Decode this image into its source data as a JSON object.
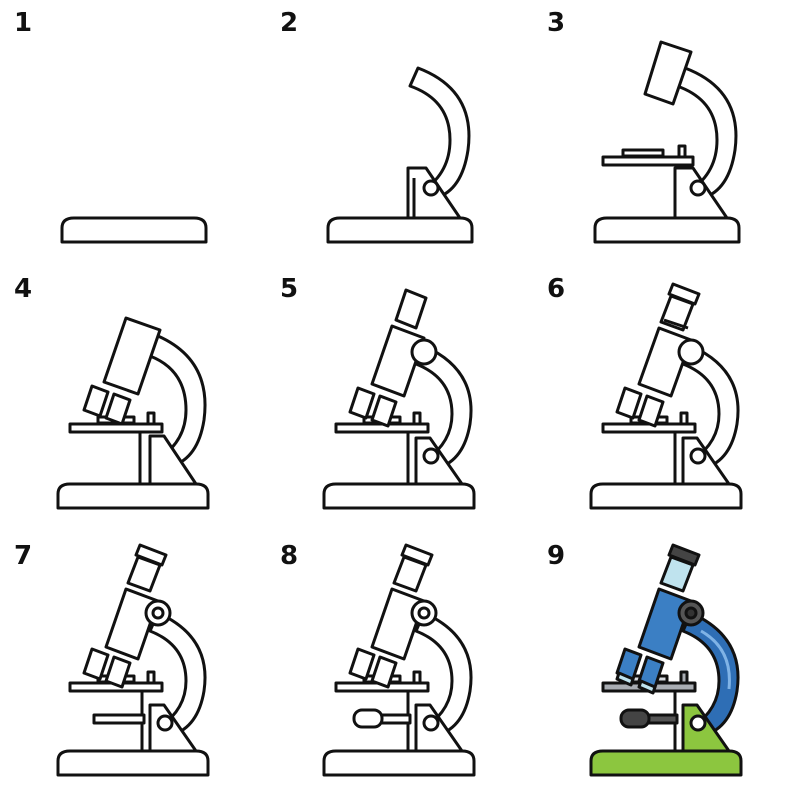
{
  "steps": [
    {
      "number": "1"
    },
    {
      "number": "2"
    },
    {
      "number": "3"
    },
    {
      "number": "4"
    },
    {
      "number": "5"
    },
    {
      "number": "6"
    },
    {
      "number": "7"
    },
    {
      "number": "8"
    },
    {
      "number": "9"
    }
  ],
  "colors": {
    "outline": "#111111",
    "body_blue": "#3b7fc4",
    "tube_light_blue": "#bfe3ee",
    "knob_gray": "#555555",
    "stage_gray": "#a9adb3",
    "base_green": "#8cc63f",
    "arm_blue": "#2e6eb5"
  }
}
